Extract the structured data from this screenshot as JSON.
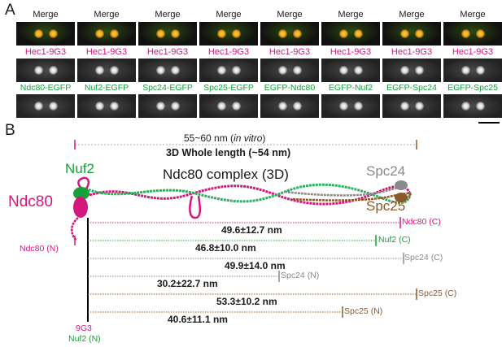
{
  "panel_a": {
    "letter": "A",
    "columns": [
      {
        "merge": "Merge",
        "top": "Hec1-9G3",
        "bottom": "Ndc80-EGFP"
      },
      {
        "merge": "Merge",
        "top": "Hec1-9G3",
        "bottom": "Nuf2-EGFP"
      },
      {
        "merge": "Merge",
        "top": "Hec1-9G3",
        "bottom": "Spc24-EGFP"
      },
      {
        "merge": "Merge",
        "top": "Hec1-9G3",
        "bottom": "Spc25-EGFP"
      },
      {
        "merge": "Merge",
        "top": "Hec1-9G3",
        "bottom": "EGFP-Ndc80"
      },
      {
        "merge": "Merge",
        "top": "Hec1-9G3",
        "bottom": "EGFP-Nuf2"
      },
      {
        "merge": "Merge",
        "top": "Hec1-9G3",
        "bottom": "EGFP-Spc24"
      },
      {
        "merge": "Merge",
        "top": "Hec1-9G3",
        "bottom": "EGFP-Spc25"
      }
    ]
  },
  "panel_b": {
    "letter": "B",
    "invitro_value": "55~60 nm (",
    "invitro_italic": "in vitro",
    "invitro_close": ")",
    "whole_length": "3D Whole length (~54 nm)",
    "complex_title": "Ndc80 complex (3D)",
    "labels": {
      "nuf2": "Nuf2",
      "ndc80": "Ndc80",
      "spc24": "Spc24",
      "spc25": "Spc25",
      "ndc80_n": "Ndc80 (N)",
      "g93": "9G3",
      "nuf2_n": "Nuf2 (N)"
    },
    "measurements": [
      {
        "value": "49.6±12.7 nm",
        "end_label": "Ndc80 (C)"
      },
      {
        "value": "46.8±10.0 nm",
        "end_label": "Nuf2 (C)"
      },
      {
        "value": "49.9±14.0 nm",
        "end_label": "Spc24 (C)"
      },
      {
        "value": "30.2±22.7 nm",
        "end_label": "Spc24 (N)"
      },
      {
        "value": "53.3±10.2 nm",
        "end_label": "Spc25 (C)"
      },
      {
        "value": "40.6±11.1 nm",
        "end_label": "Spc25 (N)"
      }
    ],
    "colors": {
      "ndc80": "#d4177d",
      "nuf2": "#17a03a",
      "spc24": "#8a8a8a",
      "spc25": "#8b5a2b"
    }
  }
}
